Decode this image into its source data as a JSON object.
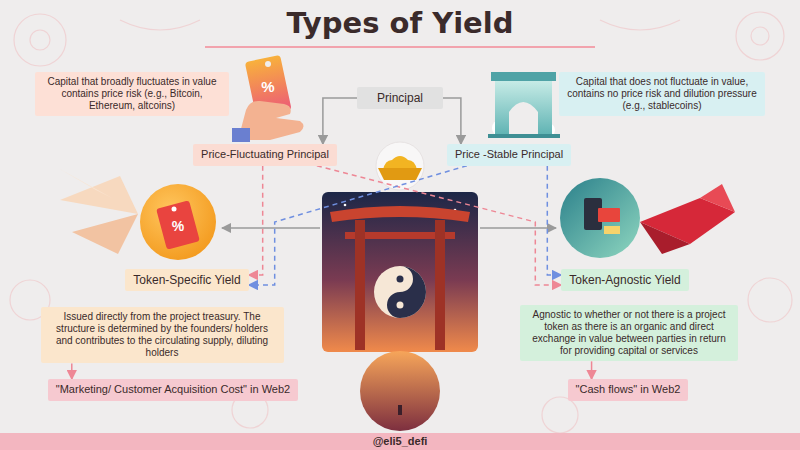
{
  "diagram": {
    "title": "Types of Yield",
    "caption": "@eli5_defi",
    "nodes": [
      {
        "text": [
          "Principal"
        ]
      },
      {
        "text": [
          "Capital that broadly fluctuates in value contains price risk (e.g., Bitcoin, Ethereum, altcoins)"
        ]
      },
      {
        "text": [
          "Capital that does not fluctuate in value, contains no price risk and dilution pressure (e.g., stablecoins)"
        ]
      },
      {
        "text": [
          "Price-Fluctuating Principal"
        ]
      },
      {
        "text": [
          "Price -Stable Principal"
        ]
      },
      {
        "text": [
          "Token-Specific Yield"
        ]
      },
      {
        "text": [
          "Token-Agnostic Yield"
        ]
      },
      {
        "text": [
          "Issued directly from the project treasury. The structure is determined by the founders/ holders and contributes to the circulating supply, diluting holders"
        ]
      },
      {
        "text": [
          "Agnostic to whether or not there is a project token as there is an organic and direct exchange in value between parties in return for providing capital or services"
        ]
      },
      {
        "text": [
          "\"Marketing/ Customer Acquisition Cost\" in Web2"
        ]
      },
      {
        "text": [
          "\"Cash flows\" in Web2"
        ]
      }
    ],
    "edges": [
      {
        "from": 0,
        "to": 3,
        "arrow": "to"
      },
      {
        "from": 0,
        "to": 4,
        "arrow": "to"
      },
      {
        "from": 3,
        "to": 5,
        "arrow": "to"
      },
      {
        "from": 3,
        "to": 6,
        "arrow": "to"
      },
      {
        "from": 4,
        "to": 5,
        "arrow": "to"
      },
      {
        "from": 4,
        "to": 6,
        "arrow": "to"
      },
      {
        "from": 7,
        "to": 9,
        "arrow": "to"
      },
      {
        "from": 8,
        "to": 10,
        "arrow": "to"
      }
    ],
    "labels": [
      "%",
      "%"
    ]
  }
}
